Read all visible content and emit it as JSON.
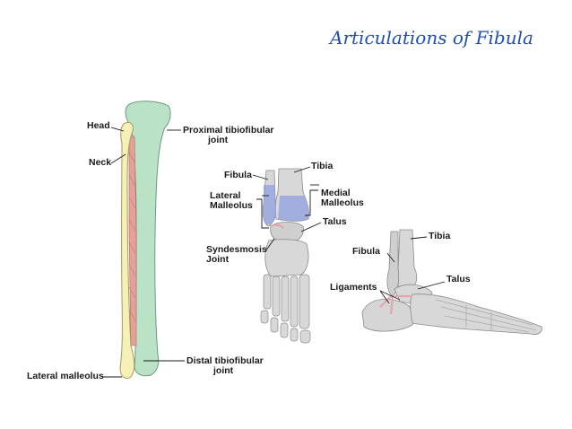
{
  "title": "Articulations of Fibula",
  "labels": {
    "head": "Head",
    "neck": "Neck",
    "lateral_malleolus": "Lateral malleolus",
    "proximal_joint": [
      "Proximal tibiofibular",
      "joint"
    ],
    "distal_joint": [
      "Distal tibiofibular",
      "joint"
    ],
    "front_fibula": "Fibula",
    "front_tibia": "Tibia",
    "front_lateral_malleolus": [
      "Lateral",
      "Malleolus"
    ],
    "front_medial_malleolus": [
      "Medial",
      "Malleolus"
    ],
    "front_talus": "Talus",
    "syndesmosis": [
      "Syndesmosis",
      "Joint"
    ],
    "side_tibia": "Tibia",
    "side_fibula": "Fibula",
    "side_talus": "Talus",
    "side_ligaments": "Ligaments"
  },
  "colors": {
    "title": "#1f4fb4",
    "fibula_bone": "#f6f0b8",
    "tibia_bone": "#b9e2c7",
    "interosseous": "#e3a19a",
    "foot_bone": "#d8d8d8",
    "highlight": "#8fa0e0",
    "ligament": "#e4a4ae"
  }
}
